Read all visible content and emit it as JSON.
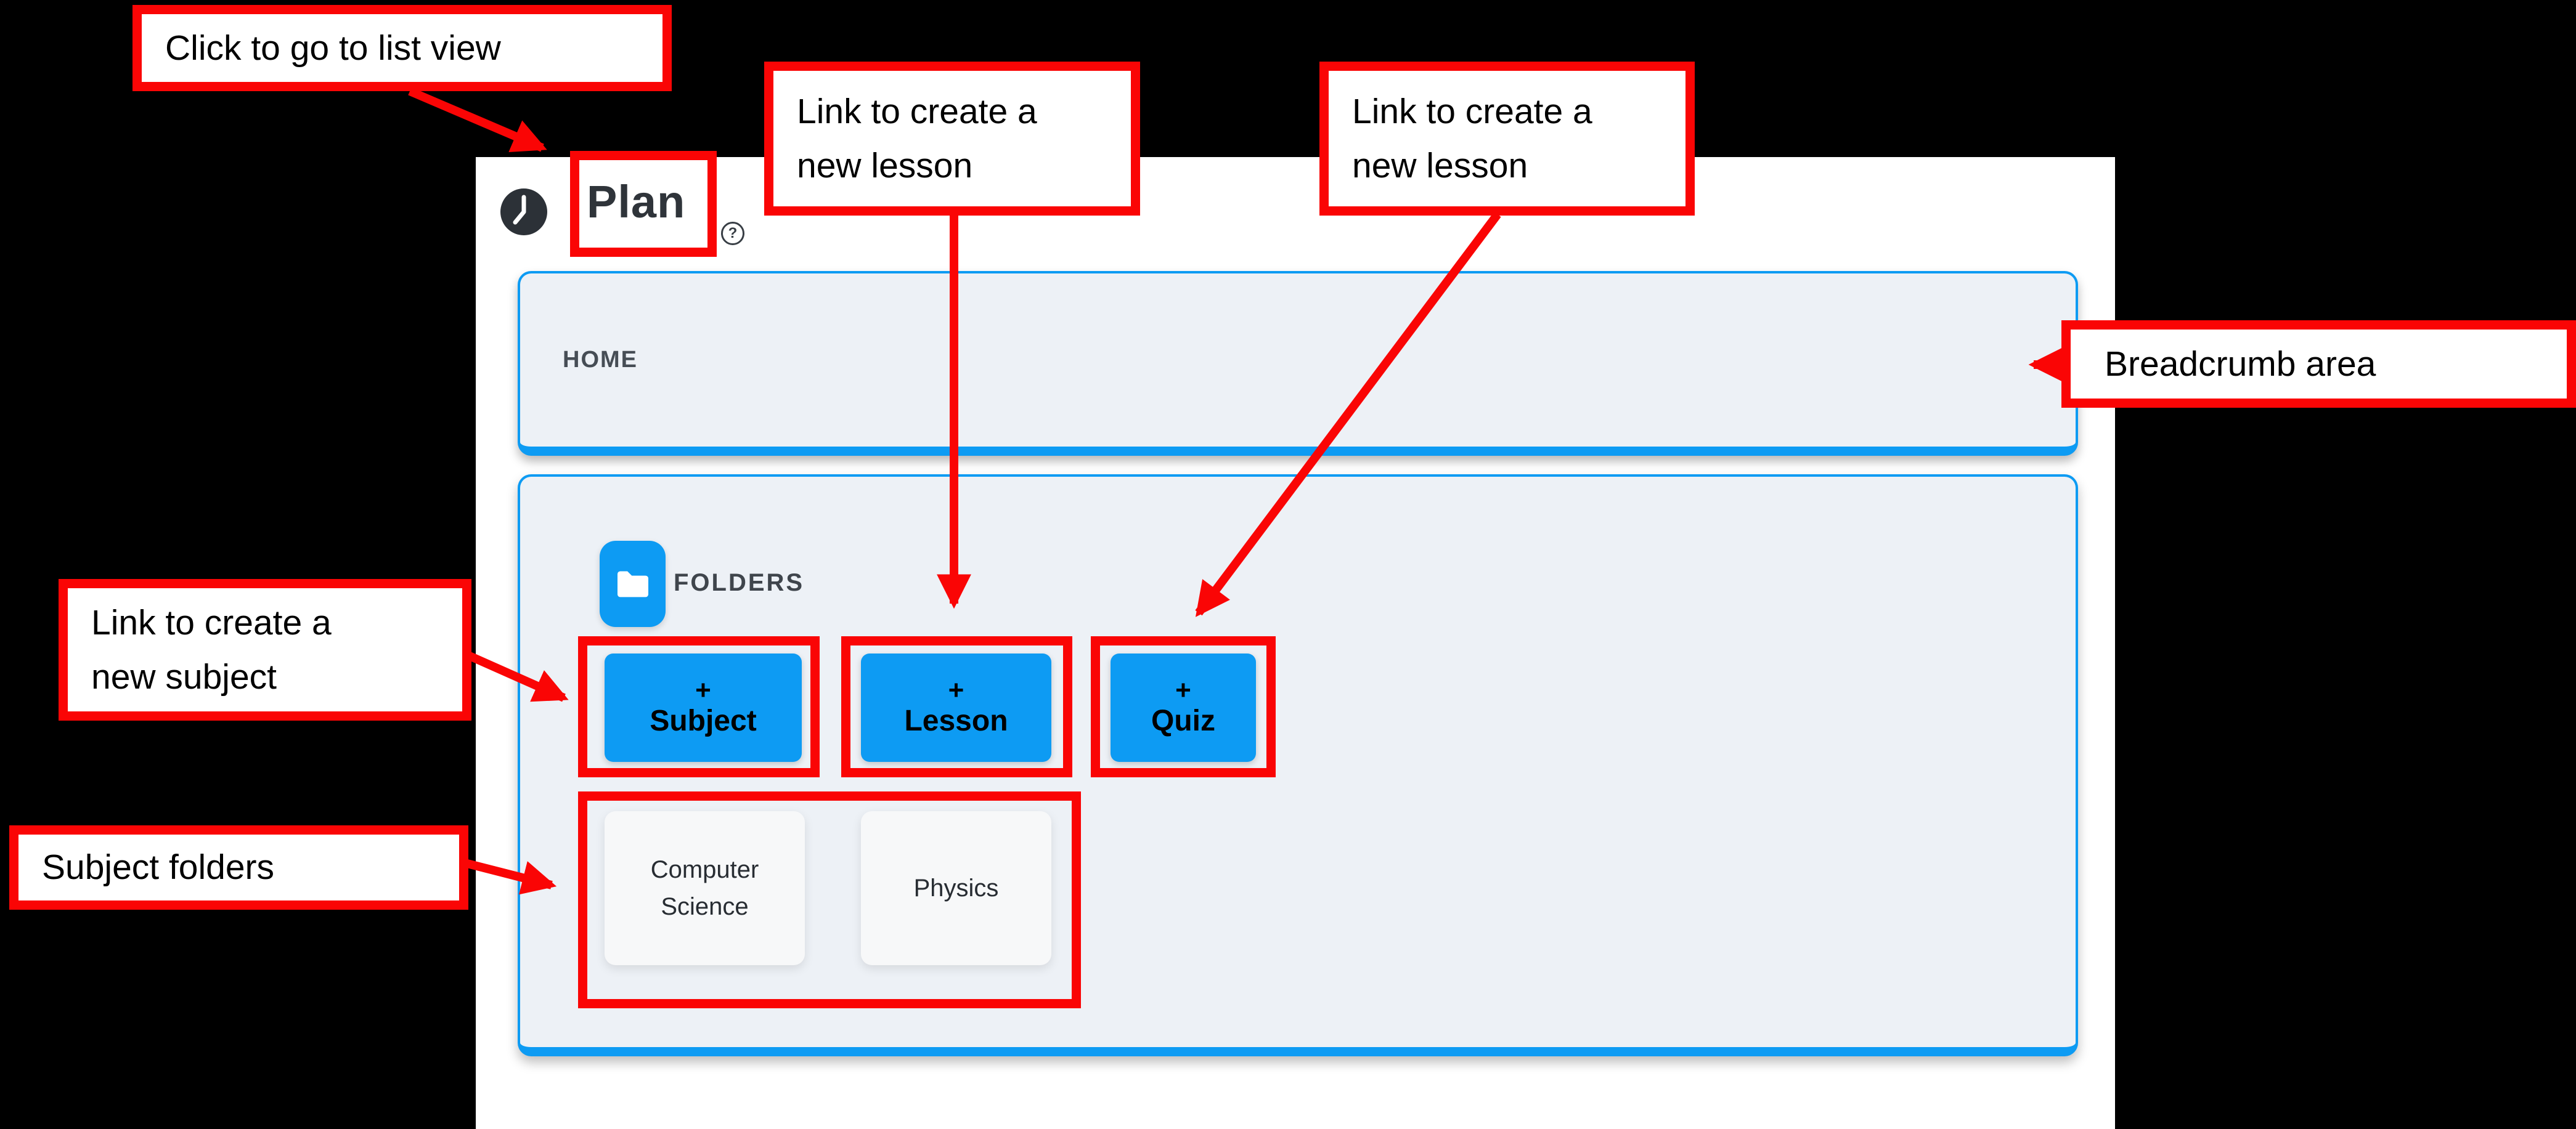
{
  "app": {
    "title": "Plan",
    "help_glyph": "?",
    "breadcrumb": {
      "home": "HOME"
    },
    "folders_section": {
      "label": "FOLDERS"
    },
    "create_buttons": [
      {
        "plus": "+",
        "label": "Subject"
      },
      {
        "plus": "+",
        "label": "Lesson"
      },
      {
        "plus": "+",
        "label": "Quiz"
      }
    ],
    "subject_folders": [
      {
        "name": "Computer Science"
      },
      {
        "name": "Physics"
      }
    ]
  },
  "annotations": {
    "list_view": {
      "text": "Click to go to list view"
    },
    "new_lesson_1": {
      "line1": "Link to create a",
      "line2": "new lesson"
    },
    "new_lesson_2": {
      "line1": "Link to create a",
      "line2": "new lesson"
    },
    "breadcrumb_area": {
      "text": "Breadcrumb area"
    },
    "new_subject": {
      "line1": "Link to create a",
      "line2": "new subject"
    },
    "subject_folders": {
      "text": "Subject folders"
    }
  },
  "colors": {
    "accent_blue": "#0d9bf3",
    "annotation_red": "#fa0505",
    "panel_background": "#edf1f6",
    "card_background": "#f7f8f9",
    "window_background": "#ffffff",
    "page_background": "#000000"
  }
}
